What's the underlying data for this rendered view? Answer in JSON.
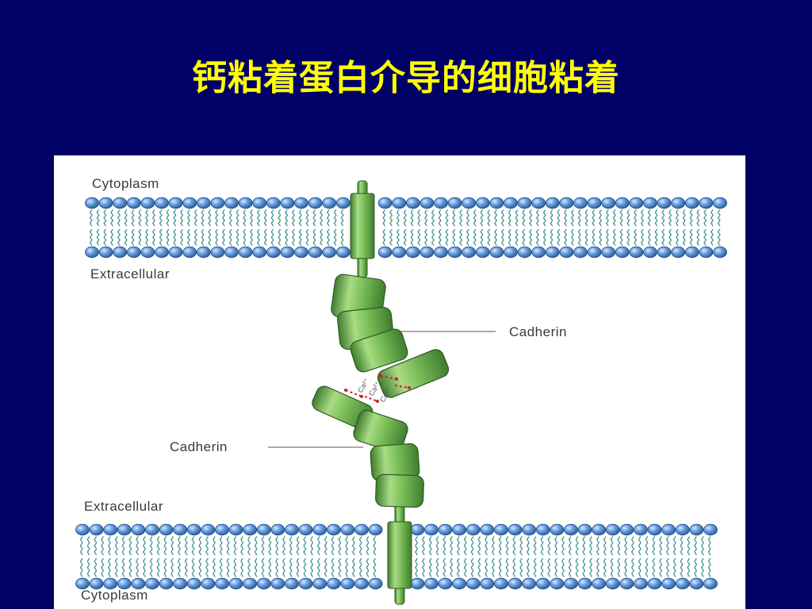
{
  "slide": {
    "title": "钙粘着蛋白介导的细胞粘着"
  },
  "figure": {
    "labels": {
      "cytoplasm_top": "Cytoplasm",
      "extracellular_top": "Extracellular",
      "cadherin_upper": "Cadherin",
      "cadherin_lower": "Cadherin",
      "extracellular_bottom": "Extracellular",
      "cytoplasm_bottom": "Cytoplasm",
      "calcium_1": "Ca²⁺",
      "calcium_2": "Ca²⁺",
      "calcium_3": "Ca²⁺"
    },
    "colors": {
      "membrane_head": "#5b8fd0",
      "membrane_core": "#3a8f8a",
      "protein": "#7cbf5a",
      "calcium_bond": "#cc2222",
      "background": "#000066",
      "title": "#ffff00"
    }
  }
}
